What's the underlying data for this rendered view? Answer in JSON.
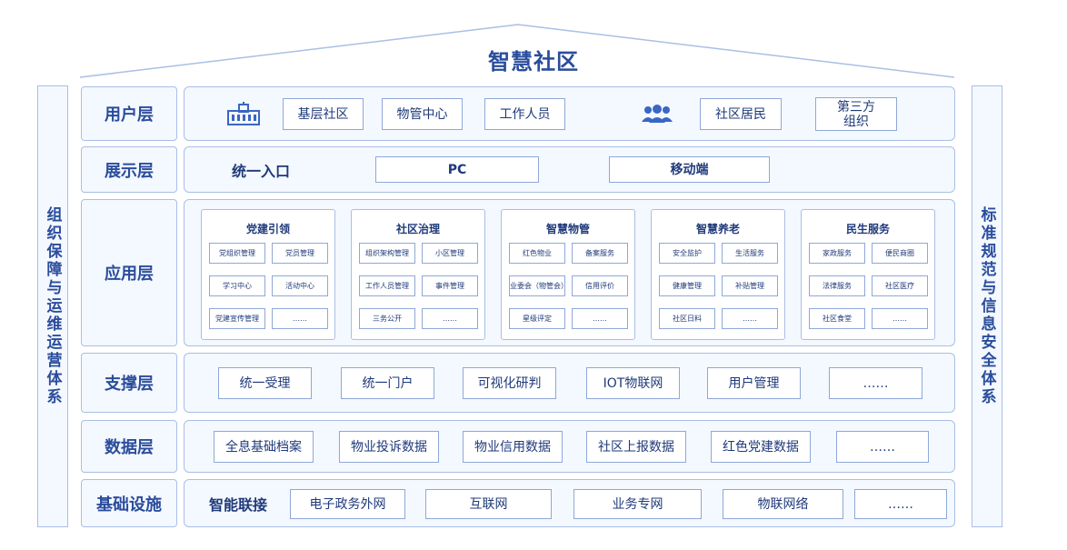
{
  "title": "智慧社区",
  "side_left": "组织保障与运维运营体系",
  "side_right": "标准规范与信息安全体系",
  "layers": {
    "user": {
      "label": "用户层",
      "icons": [
        "building-icon",
        "people-icon"
      ],
      "items": [
        "基层社区",
        "物管中心",
        "工作人员",
        "社区居民",
        "第三方\n组织"
      ]
    },
    "display": {
      "label": "展示层",
      "entry": "统一入口",
      "items": [
        "PC",
        "移动端"
      ]
    },
    "app": {
      "label": "应用层",
      "cards": [
        {
          "title": "党建引领",
          "items": [
            "党组织管理",
            "党员管理",
            "学习中心",
            "活动中心",
            "党建宣传管理",
            "……"
          ]
        },
        {
          "title": "社区治理",
          "items": [
            "组织架构管理",
            "小区管理",
            "工作人员管理",
            "事件管理",
            "三务公开",
            "……"
          ]
        },
        {
          "title": "智慧物管",
          "items": [
            "红色物业",
            "备案服务",
            "业委会（物管会）",
            "信用评价",
            "星级评定",
            "……"
          ]
        },
        {
          "title": "智慧养老",
          "items": [
            "安全监护",
            "生活服务",
            "健康管理",
            "补贴管理",
            "社区日料",
            "……"
          ]
        },
        {
          "title": "民生服务",
          "items": [
            "家政服务",
            "便民商圈",
            "法律服务",
            "社区医疗",
            "社区食堂",
            "……"
          ]
        }
      ]
    },
    "support": {
      "label": "支撑层",
      "items": [
        "统一受理",
        "统一门户",
        "可视化研判",
        "IOT物联网",
        "用户管理",
        "……"
      ]
    },
    "data": {
      "label": "数据层",
      "items": [
        "全息基础档案",
        "物业投诉数据",
        "物业信用数据",
        "社区上报数据",
        "红色党建数据",
        "……"
      ]
    },
    "infra": {
      "label": "基础设施",
      "entry": "智能联接",
      "items": [
        "电子政务外网",
        "互联网",
        "业务专网",
        "物联网络",
        "……"
      ]
    }
  },
  "colors": {
    "accent": "#2a4d9c",
    "border": "#a9bfe6",
    "panel": "#f4f8ff"
  }
}
